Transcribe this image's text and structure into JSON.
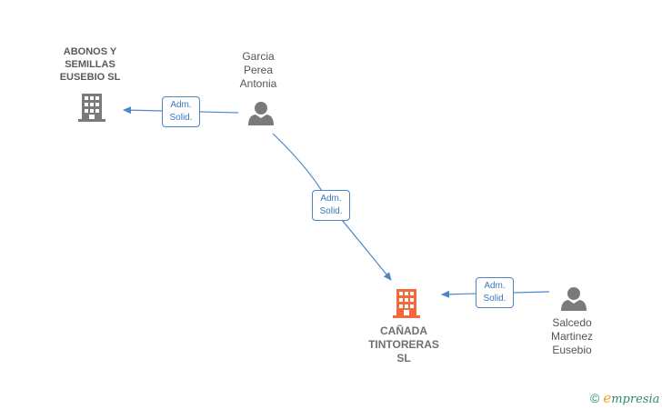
{
  "nodes": {
    "abonos": {
      "label": "ABONOS Y\nSEMILLAS\nEUSEBIO SL",
      "kind": "company",
      "color": "#7a7a7a"
    },
    "garcia": {
      "label": "Garcia\nPerea\nAntonia",
      "kind": "person",
      "color": "#7a7a7a"
    },
    "canada": {
      "label": "CAÑADA\nTINTORERAS\nSL",
      "kind": "company-main",
      "color": "#f26a3b"
    },
    "salcedo": {
      "label": "Salcedo\nMartinez\nEusebio",
      "kind": "person",
      "color": "#7a7a7a"
    }
  },
  "edges": {
    "garcia_abonos": {
      "label": "Adm.\nSolid."
    },
    "garcia_canada": {
      "label": "Adm.\nSolid."
    },
    "salcedo_canada": {
      "label": "Adm.\nSolid."
    }
  },
  "colors": {
    "edge": "#4a86c8",
    "accent": "#f26a3b",
    "node": "#7a7a7a"
  },
  "footer": {
    "copyright": "©",
    "brand_initial": "e",
    "brand_rest": "mpresia"
  }
}
